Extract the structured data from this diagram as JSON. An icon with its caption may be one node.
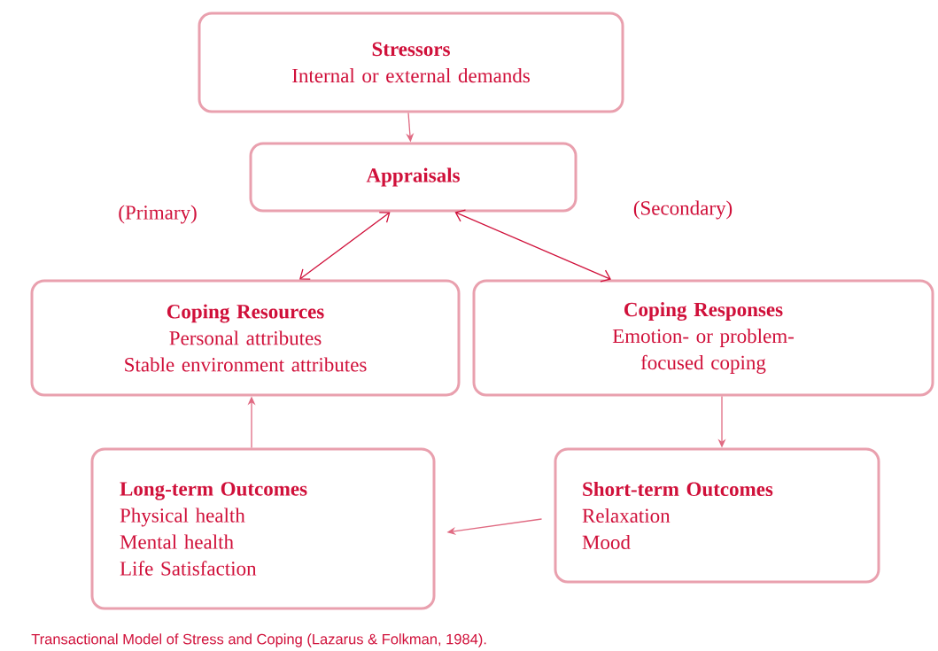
{
  "diagram": {
    "caption": "Transactional Model of Stress and Coping (Lazarus & Folkman, 1984).",
    "nodes": [
      {
        "text": [
          "Stressors",
          "Internal or external demands"
        ]
      },
      {
        "text": [
          "Appraisals"
        ]
      },
      {
        "text": [
          "Coping Resources",
          "Personal attributes",
          "Stable environment attributes"
        ]
      },
      {
        "text": [
          "Coping Responses",
          "Emotion- or problem-focused coping"
        ]
      },
      {
        "text": [
          "Long-term Outcomes",
          "Physical health",
          "Mental health",
          "Life Satisfaction"
        ]
      },
      {
        "text": [
          "Short-term Outcomes",
          "Relaxation",
          "Mood"
        ]
      }
    ],
    "edges": [
      {
        "from": 0,
        "to": 1,
        "arrow": "to"
      },
      {
        "from": 1,
        "to": 2,
        "arrow": "both"
      },
      {
        "from": 1,
        "to": 3,
        "arrow": "both"
      },
      {
        "from": 3,
        "to": 5,
        "arrow": "to"
      },
      {
        "from": 5,
        "to": 4,
        "arrow": "to"
      },
      {
        "from": 4,
        "to": 2,
        "arrow": "to"
      }
    ],
    "labels": [
      "(Primary)",
      "(Secondary)"
    ]
  }
}
